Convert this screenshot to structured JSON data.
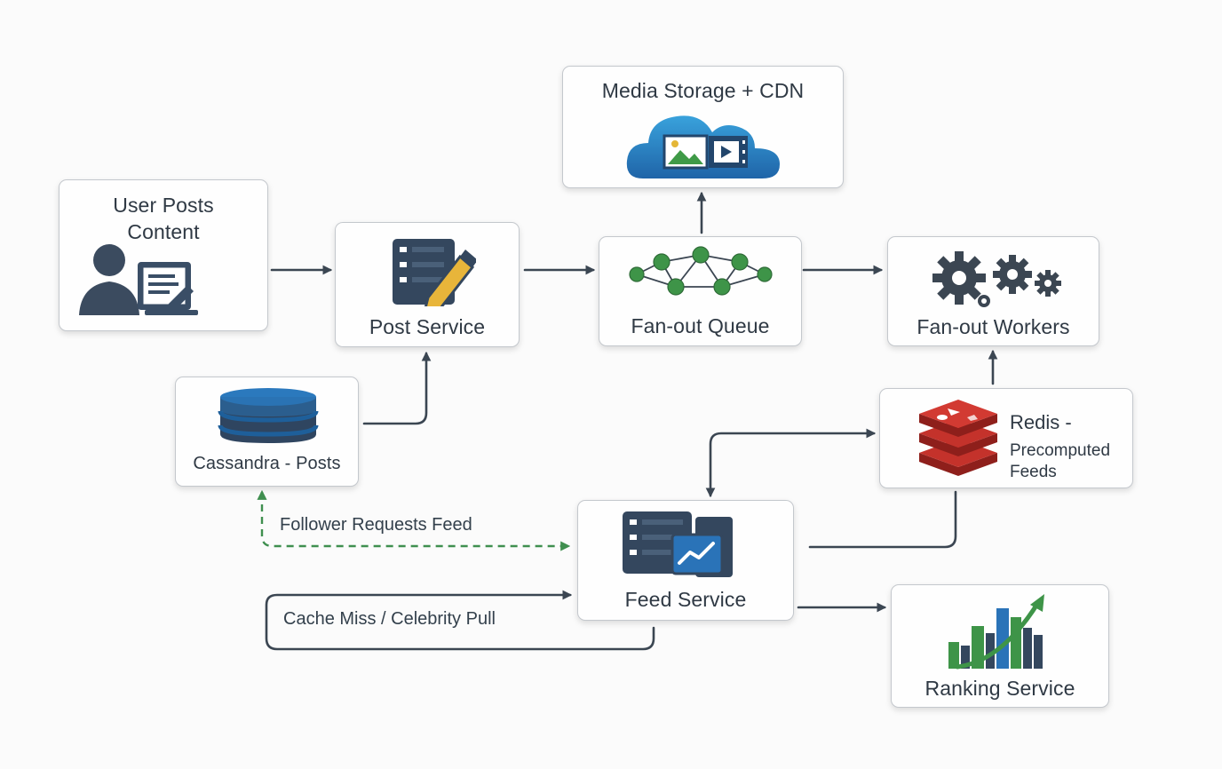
{
  "nodes": {
    "user_posts": {
      "title_line1": "User Posts",
      "title_line2": "Content"
    },
    "post_service": {
      "title": "Post Service"
    },
    "media_storage": {
      "title": "Media Storage + CDN"
    },
    "fanout_queue": {
      "title": "Fan-out Queue"
    },
    "fanout_workers": {
      "title": "Fan-out Workers"
    },
    "cassandra": {
      "title": "Cassandra - Posts"
    },
    "redis": {
      "title_line1": "Redis -",
      "title_line2": "Precomputed",
      "title_line3": "Feeds"
    },
    "feed_service": {
      "title": "Feed Service"
    },
    "ranking_service": {
      "title": "Ranking Service"
    }
  },
  "edge_labels": {
    "follower_requests": "Follower Requests Feed",
    "cache_miss": "Cache Miss / Celebrity Pull"
  },
  "icons": {
    "user_posts": "user-document-icon",
    "post_service": "server-pencil-icon",
    "media_storage": "cloud-media-icon",
    "fanout_queue": "network-nodes-icon",
    "fanout_workers": "gears-icon",
    "cassandra": "database-icon",
    "redis": "redis-stack-icon",
    "feed_service": "server-chart-icon",
    "ranking_service": "growth-chart-icon"
  },
  "colors": {
    "edge": "#3b4652",
    "dashed_edge": "#3f8f4f",
    "node_border": "#c4c8cd",
    "text": "#2f3944",
    "blue": "#2a7fc1",
    "green": "#3c9a4a",
    "red": "#c4322b",
    "navy": "#33475f"
  }
}
